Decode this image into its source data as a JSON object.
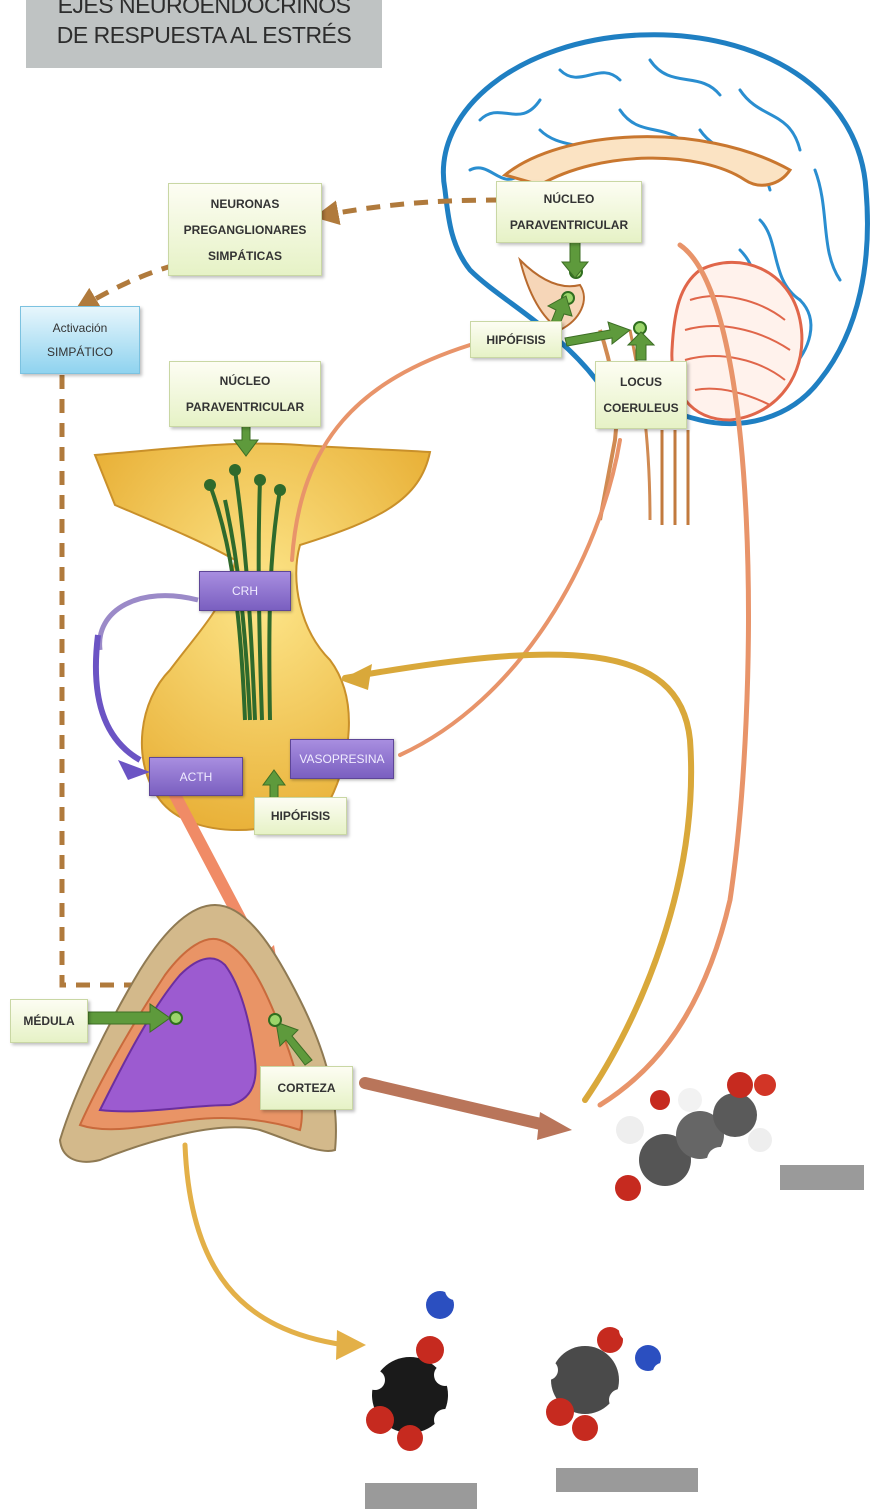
{
  "title": {
    "line1": "EJES NEUROENDOCRINOS",
    "line2": "DE RESPUESTA AL ESTRÉS"
  },
  "labels": {
    "neuronas": [
      "NEURONAS",
      "PREGANGLIONARES",
      "SIMPÁTICAS"
    ],
    "activacion": [
      "Activación",
      "SIMPÁTICO"
    ],
    "nucleo_top": [
      "NÚCLEO",
      "PARAVENTRICULAR"
    ],
    "hipofisis_top": "HIPÓFISIS",
    "locus": [
      "LOCUS",
      "COERULEUS"
    ],
    "nucleo_mid": [
      "NÚCLEO",
      "PARAVENTRICULAR"
    ],
    "crh": "CRH",
    "acth": "ACTH",
    "vasopresina": "VASOPRESINA",
    "hipofisis_mid": "HIPÓFISIS",
    "medula": "MÉDULA",
    "corteza": "CORTEZA"
  },
  "colors": {
    "sympathetic_dashed": "#b07a3c",
    "neural_path": "#e8946a",
    "feedback_gold": "#d9a83a",
    "hormone_box": "#8c70d0",
    "green_arrow": "#5e9a3c",
    "brain_outline": "#1f7fc2"
  }
}
